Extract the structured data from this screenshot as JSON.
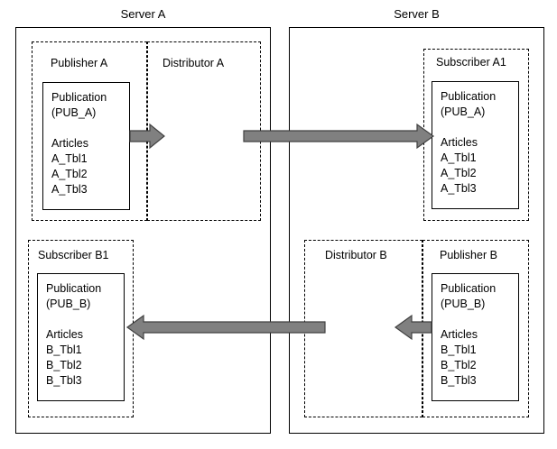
{
  "diagram": {
    "title_left": "Server A",
    "title_right": "Server B",
    "publisher_a_label": "Publisher A",
    "distributor_a_label": "Distributor A",
    "subscriber_a1_label": "Subscriber A1",
    "subscriber_b1_label": "Subscriber B1",
    "distributor_b_label": "Distributor B",
    "publisher_b_label": "Publisher B",
    "pub_a_box": "Publication\n(PUB_A)\n\nArticles\nA_Tbl1\nA_Tbl2\nA_Tbl3",
    "sub_a_box": "Publication\n(PUB_A)\n\nArticles\nA_Tbl1\nA_Tbl2\nA_Tbl3",
    "pub_b_box": "Publication\n(PUB_B)\n\nArticles\nB_Tbl1\nB_Tbl2\nB_Tbl3",
    "sub_b_box": "Publication\n(PUB_B)\n\nArticles\nB_Tbl1\nB_Tbl2\nB_Tbl3",
    "colors": {
      "stroke": "#000000",
      "arrow_fill": "#808080",
      "arrow_stroke": "#404040",
      "background": "#ffffff"
    }
  }
}
